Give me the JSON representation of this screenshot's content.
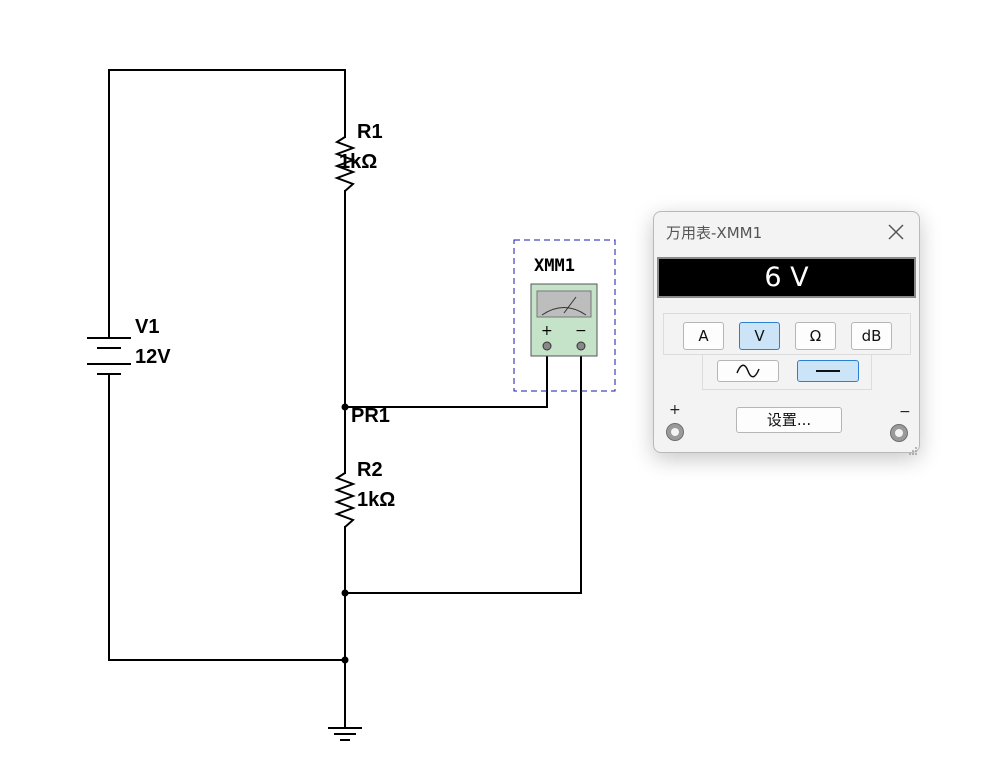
{
  "schematic": {
    "battery": {
      "name": "V1",
      "value": "12V"
    },
    "resistor_top": {
      "name": "R1",
      "value": "1kΩ"
    },
    "resistor_bottom": {
      "name": "R2",
      "value": "1kΩ"
    },
    "probe": {
      "name": "PR1"
    },
    "meter": {
      "name": "XMM1",
      "plus_sign": "+",
      "minus_sign": "−"
    },
    "wire_color": "#000000",
    "meter_body_color": "#c5e3c8",
    "meter_selection_color": "#1a1aaa"
  },
  "multimeter_window": {
    "title": "万用表-XMM1",
    "close_icon": "close-icon",
    "reading": "6 V",
    "modes": [
      {
        "label": "A",
        "active": false
      },
      {
        "label": "V",
        "active": true
      },
      {
        "label": "Ω",
        "active": false
      },
      {
        "label": "dB",
        "active": false
      }
    ],
    "signal_types": [
      {
        "icon": "ac-wave-icon",
        "active": false
      },
      {
        "icon": "dc-line-icon",
        "active": true
      }
    ],
    "settings_label": "设置...",
    "plus_terminal": "+",
    "minus_terminal": "−",
    "active_button_color": "#cce4f7",
    "active_border_color": "#2b7fd1"
  }
}
